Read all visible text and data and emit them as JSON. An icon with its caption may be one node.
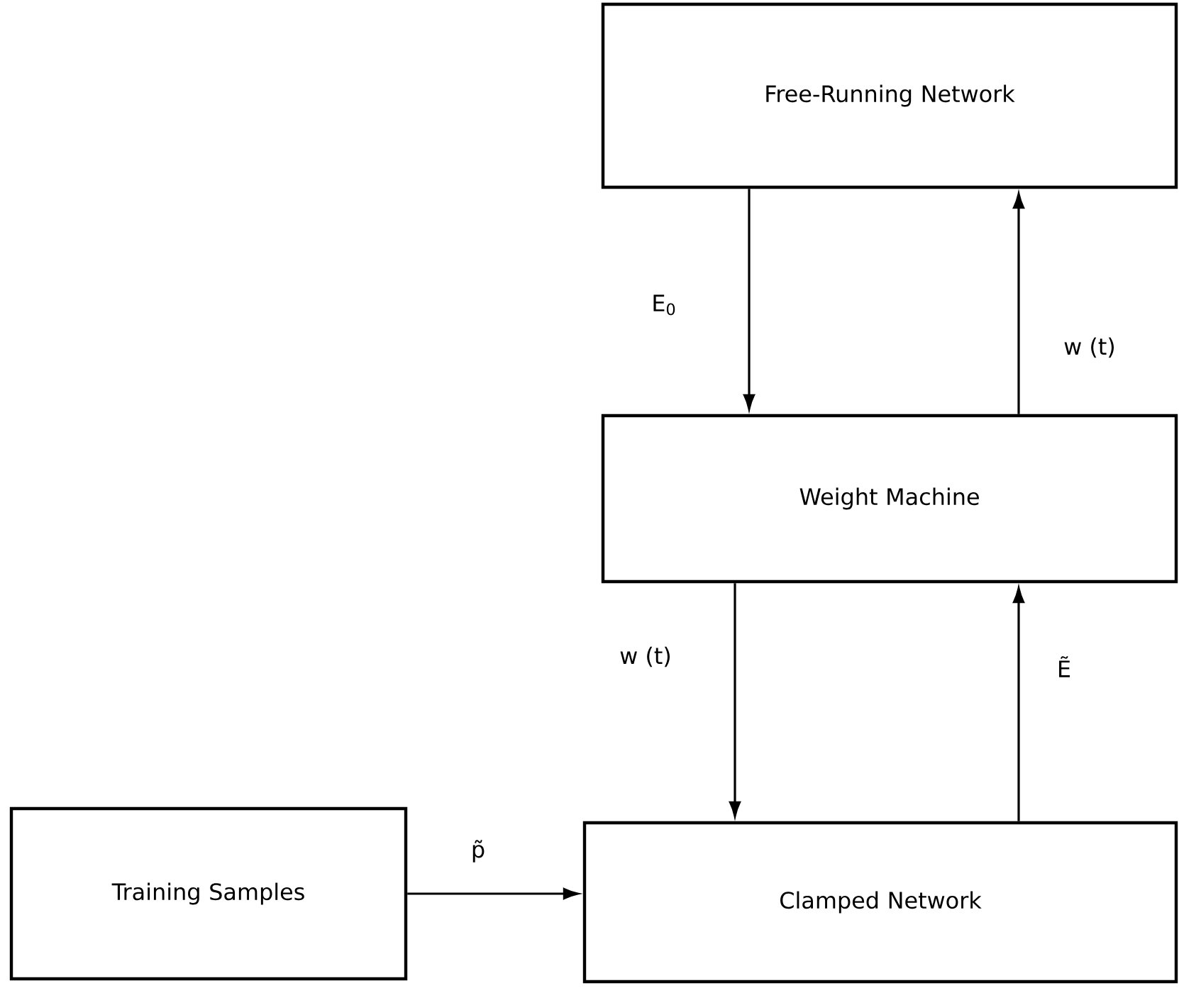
{
  "diagram": {
    "nodes": [
      {
        "text": [
          "Free-Running Network"
        ]
      },
      {
        "text": [
          "Weight Machine"
        ]
      },
      {
        "text": [
          "Clamped Network"
        ]
      },
      {
        "text": [
          "Training Samples"
        ]
      }
    ],
    "edges": [
      {
        "from": 0,
        "to": 1,
        "arrow": "to",
        "label": "E$_{0}$"
      },
      {
        "from": 1,
        "to": 0,
        "arrow": "to",
        "label": "w (t)"
      },
      {
        "from": 1,
        "to": 2,
        "arrow": "to",
        "label": "w (t)"
      },
      {
        "from": 2,
        "to": 1,
        "arrow": "to",
        "label": "Ẽ"
      },
      {
        "from": 3,
        "to": 2,
        "arrow": "to",
        "label": "p̃"
      }
    ]
  }
}
